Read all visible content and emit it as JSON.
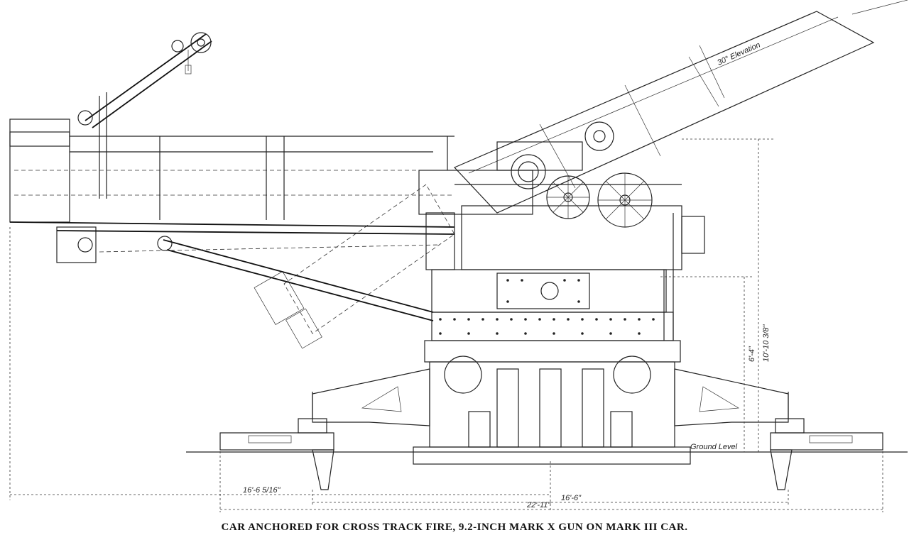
{
  "caption": "CAR ANCHORED FOR CROSS TRACK FIRE, 9.2-INCH MARK X GUN ON MARK III CAR.",
  "labels": {
    "elevation": "30° Elevation",
    "ground_level": "Ground Level",
    "dim_height_upper": "10'-10 3/8\"",
    "dim_height_lower": "6'-4\"",
    "dim_left": "16'-6 5/16\"",
    "dim_mid": "16'-6\"",
    "dim_total": "22'-11\""
  }
}
